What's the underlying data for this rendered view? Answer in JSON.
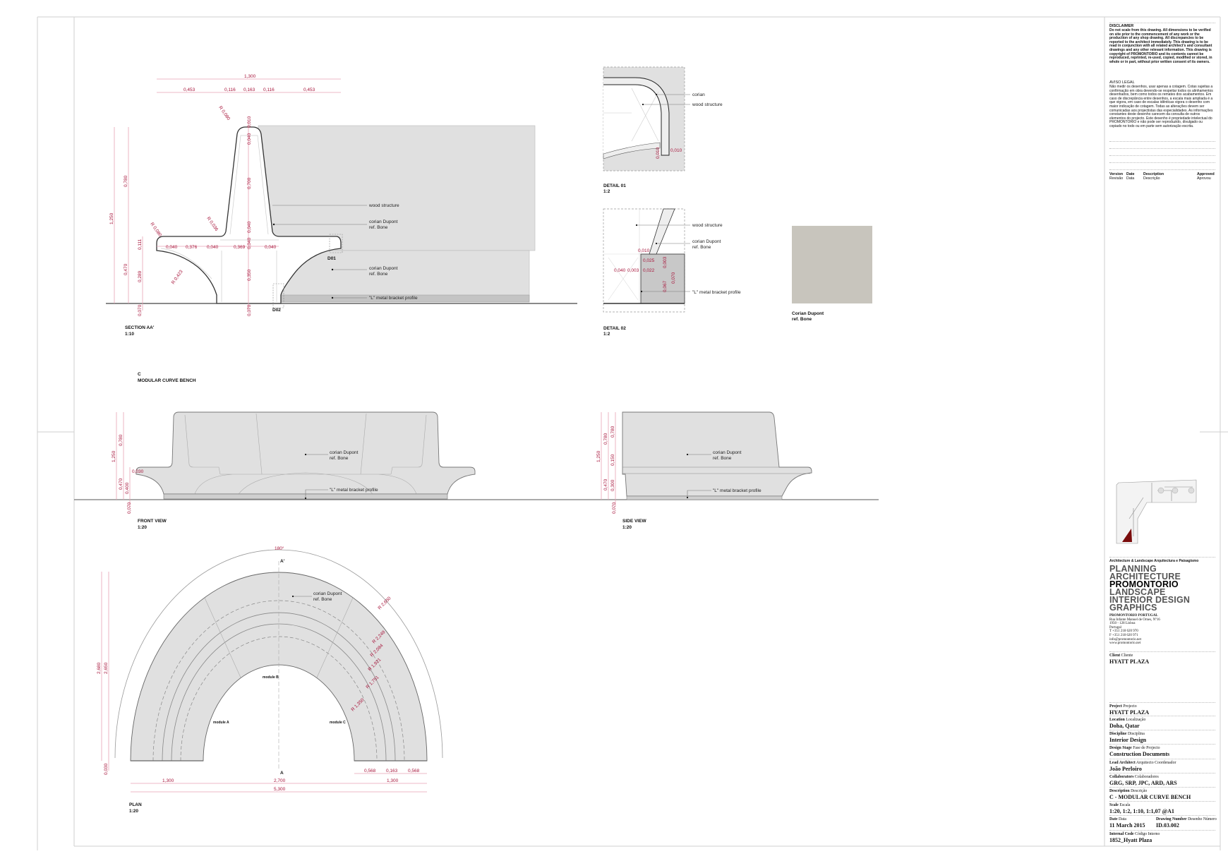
{
  "sheet": {
    "code": "C",
    "title": "MODULAR CURVE BENCH"
  },
  "section": {
    "title": "SECTION AA'",
    "scale": "1:10",
    "overall": "1,300",
    "top_dims": [
      "0,453",
      "0,116",
      "0,163",
      "0,116",
      "0,453"
    ],
    "h_total": "1,250",
    "h_back": "0,780",
    "h_seat": "0,470",
    "h_seat_thk": "0,111",
    "h_leg": "0,289",
    "h_base": "0,070",
    "center_dims": [
      "0,010",
      "0,040",
      "0,700",
      "0,040",
      "0,040",
      "0,350",
      "0,070"
    ],
    "seat_dims": [
      "0,040",
      "0,376",
      "0,040",
      "0,369",
      "0,040"
    ],
    "radii": [
      "R 0,080",
      "R 0,036",
      "R 0,080",
      "R 0,423"
    ],
    "labels": {
      "wood": "wood structure",
      "corian1": "corian Dupont",
      "bone1": "ref. Bone",
      "corian2": "corian Dupont",
      "bone2": "ref. Bone",
      "bracket": "\"L\" metal bracket profile",
      "d01": "D01",
      "d02": "D02"
    }
  },
  "detail01": {
    "title": "DETAIL 01",
    "scale": "1:2",
    "corian": "corian",
    "wood": "wood structure",
    "dims": [
      "0,010",
      "0,010"
    ]
  },
  "detail02": {
    "title": "DETAIL 02",
    "scale": "1:2",
    "wood": "wood structure",
    "corian": "corian Dupont",
    "bone": "ref. Bone",
    "bracket": "\"L\" metal bracket profile",
    "dims": [
      "0,010",
      "0,025",
      "0,040",
      "0,003",
      "0,022",
      "0,003",
      "0,067",
      "0,070"
    ]
  },
  "swatch": {
    "color": "#c8c5bd",
    "name": "Corian Dupont",
    "ref": "ref. Bone"
  },
  "front": {
    "title": "FRONT VIEW",
    "scale": "1:20",
    "dims": [
      "1,250",
      "0,780",
      "0,470",
      "0,400",
      "0,030",
      "0,070"
    ],
    "corian": "corian Dupont",
    "bone": "ref. Bone",
    "bracket": "\"L\" metal bracket profile"
  },
  "side": {
    "title": "SIDE VIEW",
    "scale": "1:20",
    "dims": [
      "1,250",
      "0,780",
      "0,780",
      "0,150",
      "0,470",
      "0,300",
      "0,070"
    ],
    "corian": "corian Dupont",
    "bone": "ref. Bone",
    "bracket": "\"L\" metal bracket profile"
  },
  "plan": {
    "title": "PLAN",
    "scale": "1:20",
    "angle": "180°",
    "a_top": "A'",
    "a_bottom": "A",
    "radii": [
      "R 2,650",
      "R 2,249",
      "R 2,084",
      "R 1,921",
      "R 1,751",
      "R 1,350"
    ],
    "modules": [
      "module A",
      "module B",
      "module C"
    ],
    "corian": "corian Dupont",
    "bone": "ref. Bone",
    "bottom_dims": [
      "1,300",
      "2,700",
      "1,300"
    ],
    "total": "5,300",
    "right_dims": [
      "0,568",
      "0,163",
      "0,568"
    ],
    "left_dims": [
      "2,680",
      "2,650",
      "0,030"
    ]
  },
  "titleblock": {
    "disclaimer_title": "DISCLAIMER",
    "disclaimer": "Do not scale from this drawing. All dimensions to be verified on site prior to the commencement of any work or the production of any shop drawing. All discrepancies to be reported to the architect immediately. This drawing is to be read in conjunction with all related architect's and consultant drawings and any other relevant information. This drawing is copyright of PROMONTORIO and its contents cannot be reproduced, reprinted, re-used, copied, modified or stored, in whole or in part, without prior written consent of its owners.",
    "aviso_title": "AVISO LEGAL",
    "aviso": "Não medir os desenhos, usar apenas a cotagem. Cotas sujeitas a confirmação em obra devendo-se respeitar todos os alinhamentos desenhados, bem como todos os remates dos acabamentos. Em caso de discrepância entre desenhos, a escala mais ampliada é a que vigora, em caso de escalas idênticas vigora o desenho com maior indicação de cotagem. Todas as alterações devem ser comunicadas aos projectistas das especialidades. As informações constantes deste desenho carecem da consulta de outros elementos do projecto. Este desenho é propriedade intelectual do PROMONTORIO e não pode ser reproduzido, divulgado ou copiado no todo ou em parte sem autorização escrita.",
    "rev_headers": [
      {
        "en": "Version",
        "pt": "Revisão"
      },
      {
        "en": "Date",
        "pt": "Data"
      },
      {
        "en": "Description",
        "pt": "Descrição"
      },
      {
        "en": "Approved",
        "pt": "Aprovou"
      }
    ],
    "firm_tag": "Architecture & Landscape Arquitectura e Paisagismo",
    "firm_lines": [
      "PLANNING",
      "ARCHITECTURE",
      "PROMONTORIO",
      "LANDSCAPE",
      "INTERIOR DESIGN",
      "GRAPHICS"
    ],
    "address": [
      "PROMONTORIO PORTUGAL",
      "Rua Infante Manuel de Ornes, Nº16",
      "1950 - 128 Lisboa",
      "Portugal",
      "T +351 218 620 970",
      "F +351 218 620 971",
      "info@promontorio.net",
      "www.promontorio.net"
    ],
    "client": {
      "label": "Client",
      "label_pt": "Cliente",
      "value": "HYATT PLAZA"
    },
    "fields": [
      {
        "label": "Project",
        "label_pt": "Projecto",
        "value": "HYATT PLAZA"
      },
      {
        "label": "Location",
        "label_pt": "Localização",
        "value": "Doha, Qatar"
      },
      {
        "label": "Discipline",
        "label_pt": "Disciplina",
        "value": "Interior Design"
      },
      {
        "label": "Design Stage",
        "label_pt": "Fase de Projecto",
        "value": "Construction Documents"
      },
      {
        "label": "Lead Architect",
        "label_pt": "Arquitecto Coordenador",
        "value": "João Perloiro"
      },
      {
        "label": "Collaborators",
        "label_pt": "Colaboradores",
        "value": "GRG, SRP, JPC, ARD, ARS"
      },
      {
        "label": "Description",
        "label_pt": "Descrição",
        "value": "C - MODULAR CURVE BENCH"
      },
      {
        "label": "Scale",
        "label_pt": "Escala",
        "value": "1:20, 1:2, 1:10, 1:1,07  @A1"
      }
    ],
    "date": {
      "label": "Date",
      "label_pt": "Data",
      "value": "11 March 2015"
    },
    "drawing_number": {
      "label": "Drawing Number",
      "label_pt": "Desenho Número",
      "value": "ID.03.002"
    },
    "internal_code": {
      "label": "Internal Code",
      "label_pt": "Código Interno",
      "value": "1852_Hyatt Plaza"
    },
    "keyplan_highlight": "#7a0c0c"
  }
}
